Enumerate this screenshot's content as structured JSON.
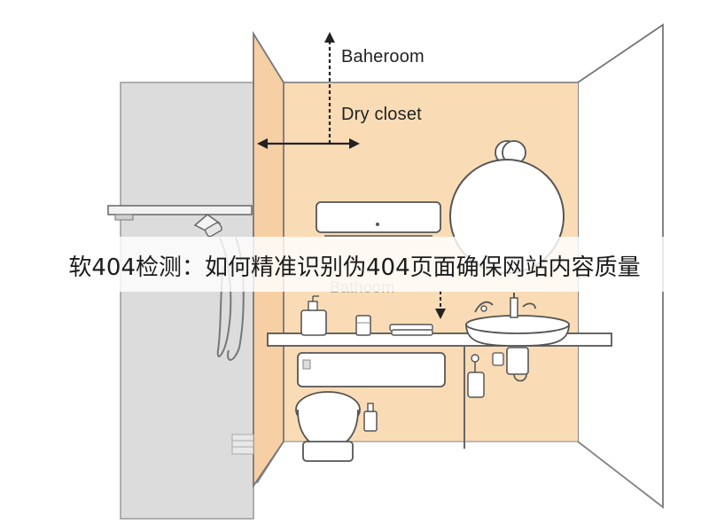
{
  "labels": {
    "baheroom": "Baheroom",
    "dry_closet": "Dry closet",
    "bathoom": "Bathoom"
  },
  "overlay": {
    "banner_text": "软404检测：如何精准识别伪404页面确保网站内容质量"
  },
  "colors": {
    "wall_peach": "#f9dcb6",
    "shower_grey": "#dcdcdc",
    "line": "#555555"
  }
}
